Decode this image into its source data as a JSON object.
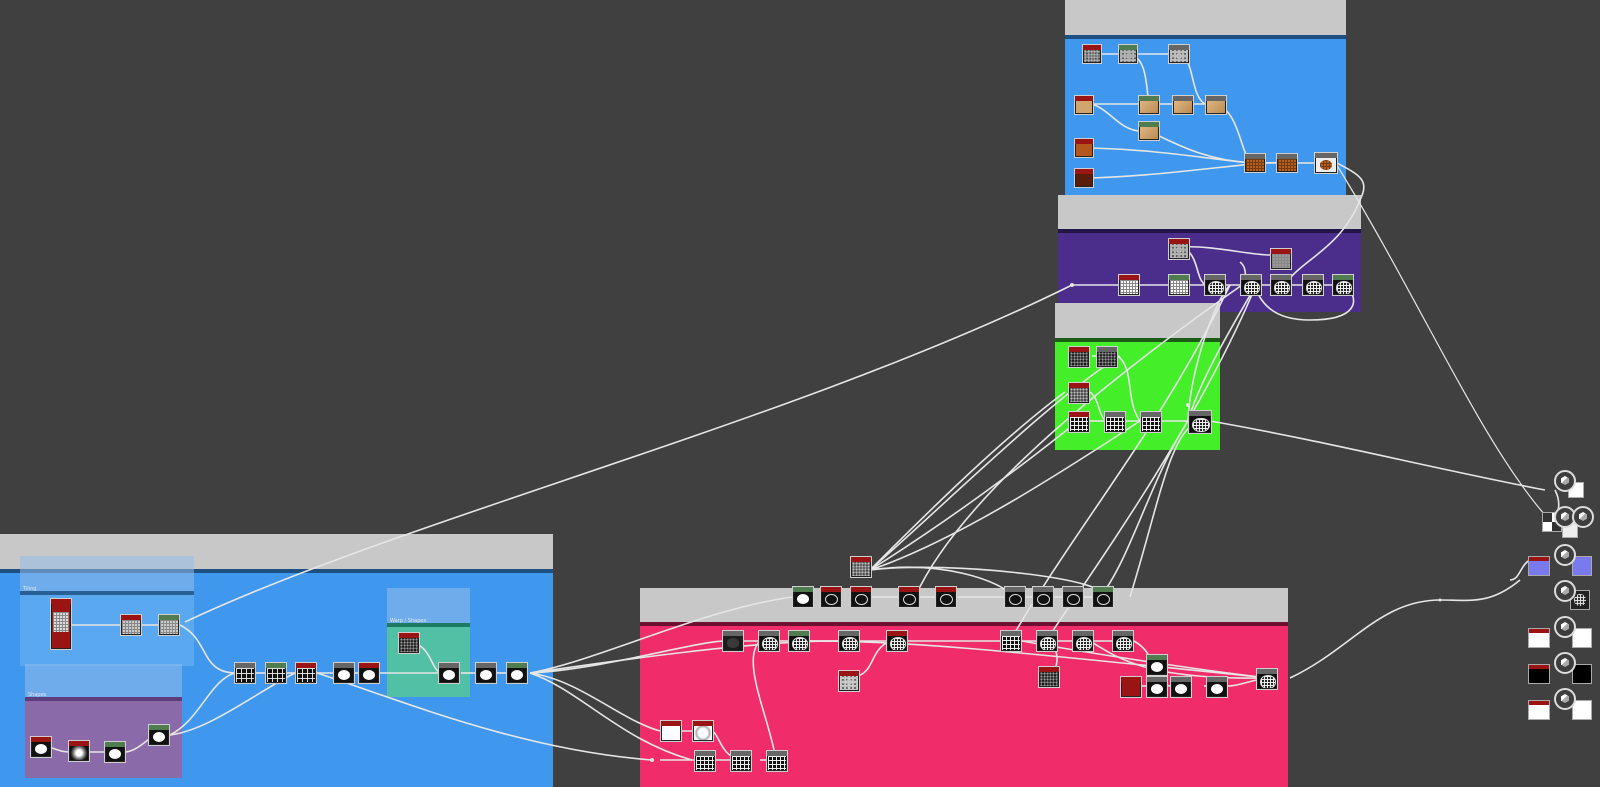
{
  "colors": {
    "background": "#404040",
    "frame_title": "#c8c8c8",
    "wire": "#e6e6e6",
    "header_red": "#9b1414",
    "header_green": "#4f7d4f",
    "header_gray": "#666666"
  },
  "frames": {
    "cookie_color": {
      "body_color": "#3f98ee",
      "band_color": "#1d4f80"
    },
    "pattern": {
      "body_color": "#4b2d8c",
      "band_color": "#241448"
    },
    "height_detail": {
      "body_color": "#44ee29",
      "band_color": "#1c5c16"
    },
    "shape_blue": {
      "body_color": "#3f98ee",
      "band_color": "#1d4f80"
    },
    "main_pink": {
      "body_color": "#f02c6a",
      "band_color": "#6e1030"
    }
  },
  "subframes": {
    "tiles": {
      "label": "Tiling",
      "body_color": "#5aa9f0"
    },
    "shapes": {
      "label": "Shapes",
      "body_color": "#8a6aa8"
    },
    "warp": {
      "label": "Warp / Shapes",
      "body_color": "#52c0a4"
    }
  },
  "icons": {
    "output_node": "cube-icon"
  }
}
